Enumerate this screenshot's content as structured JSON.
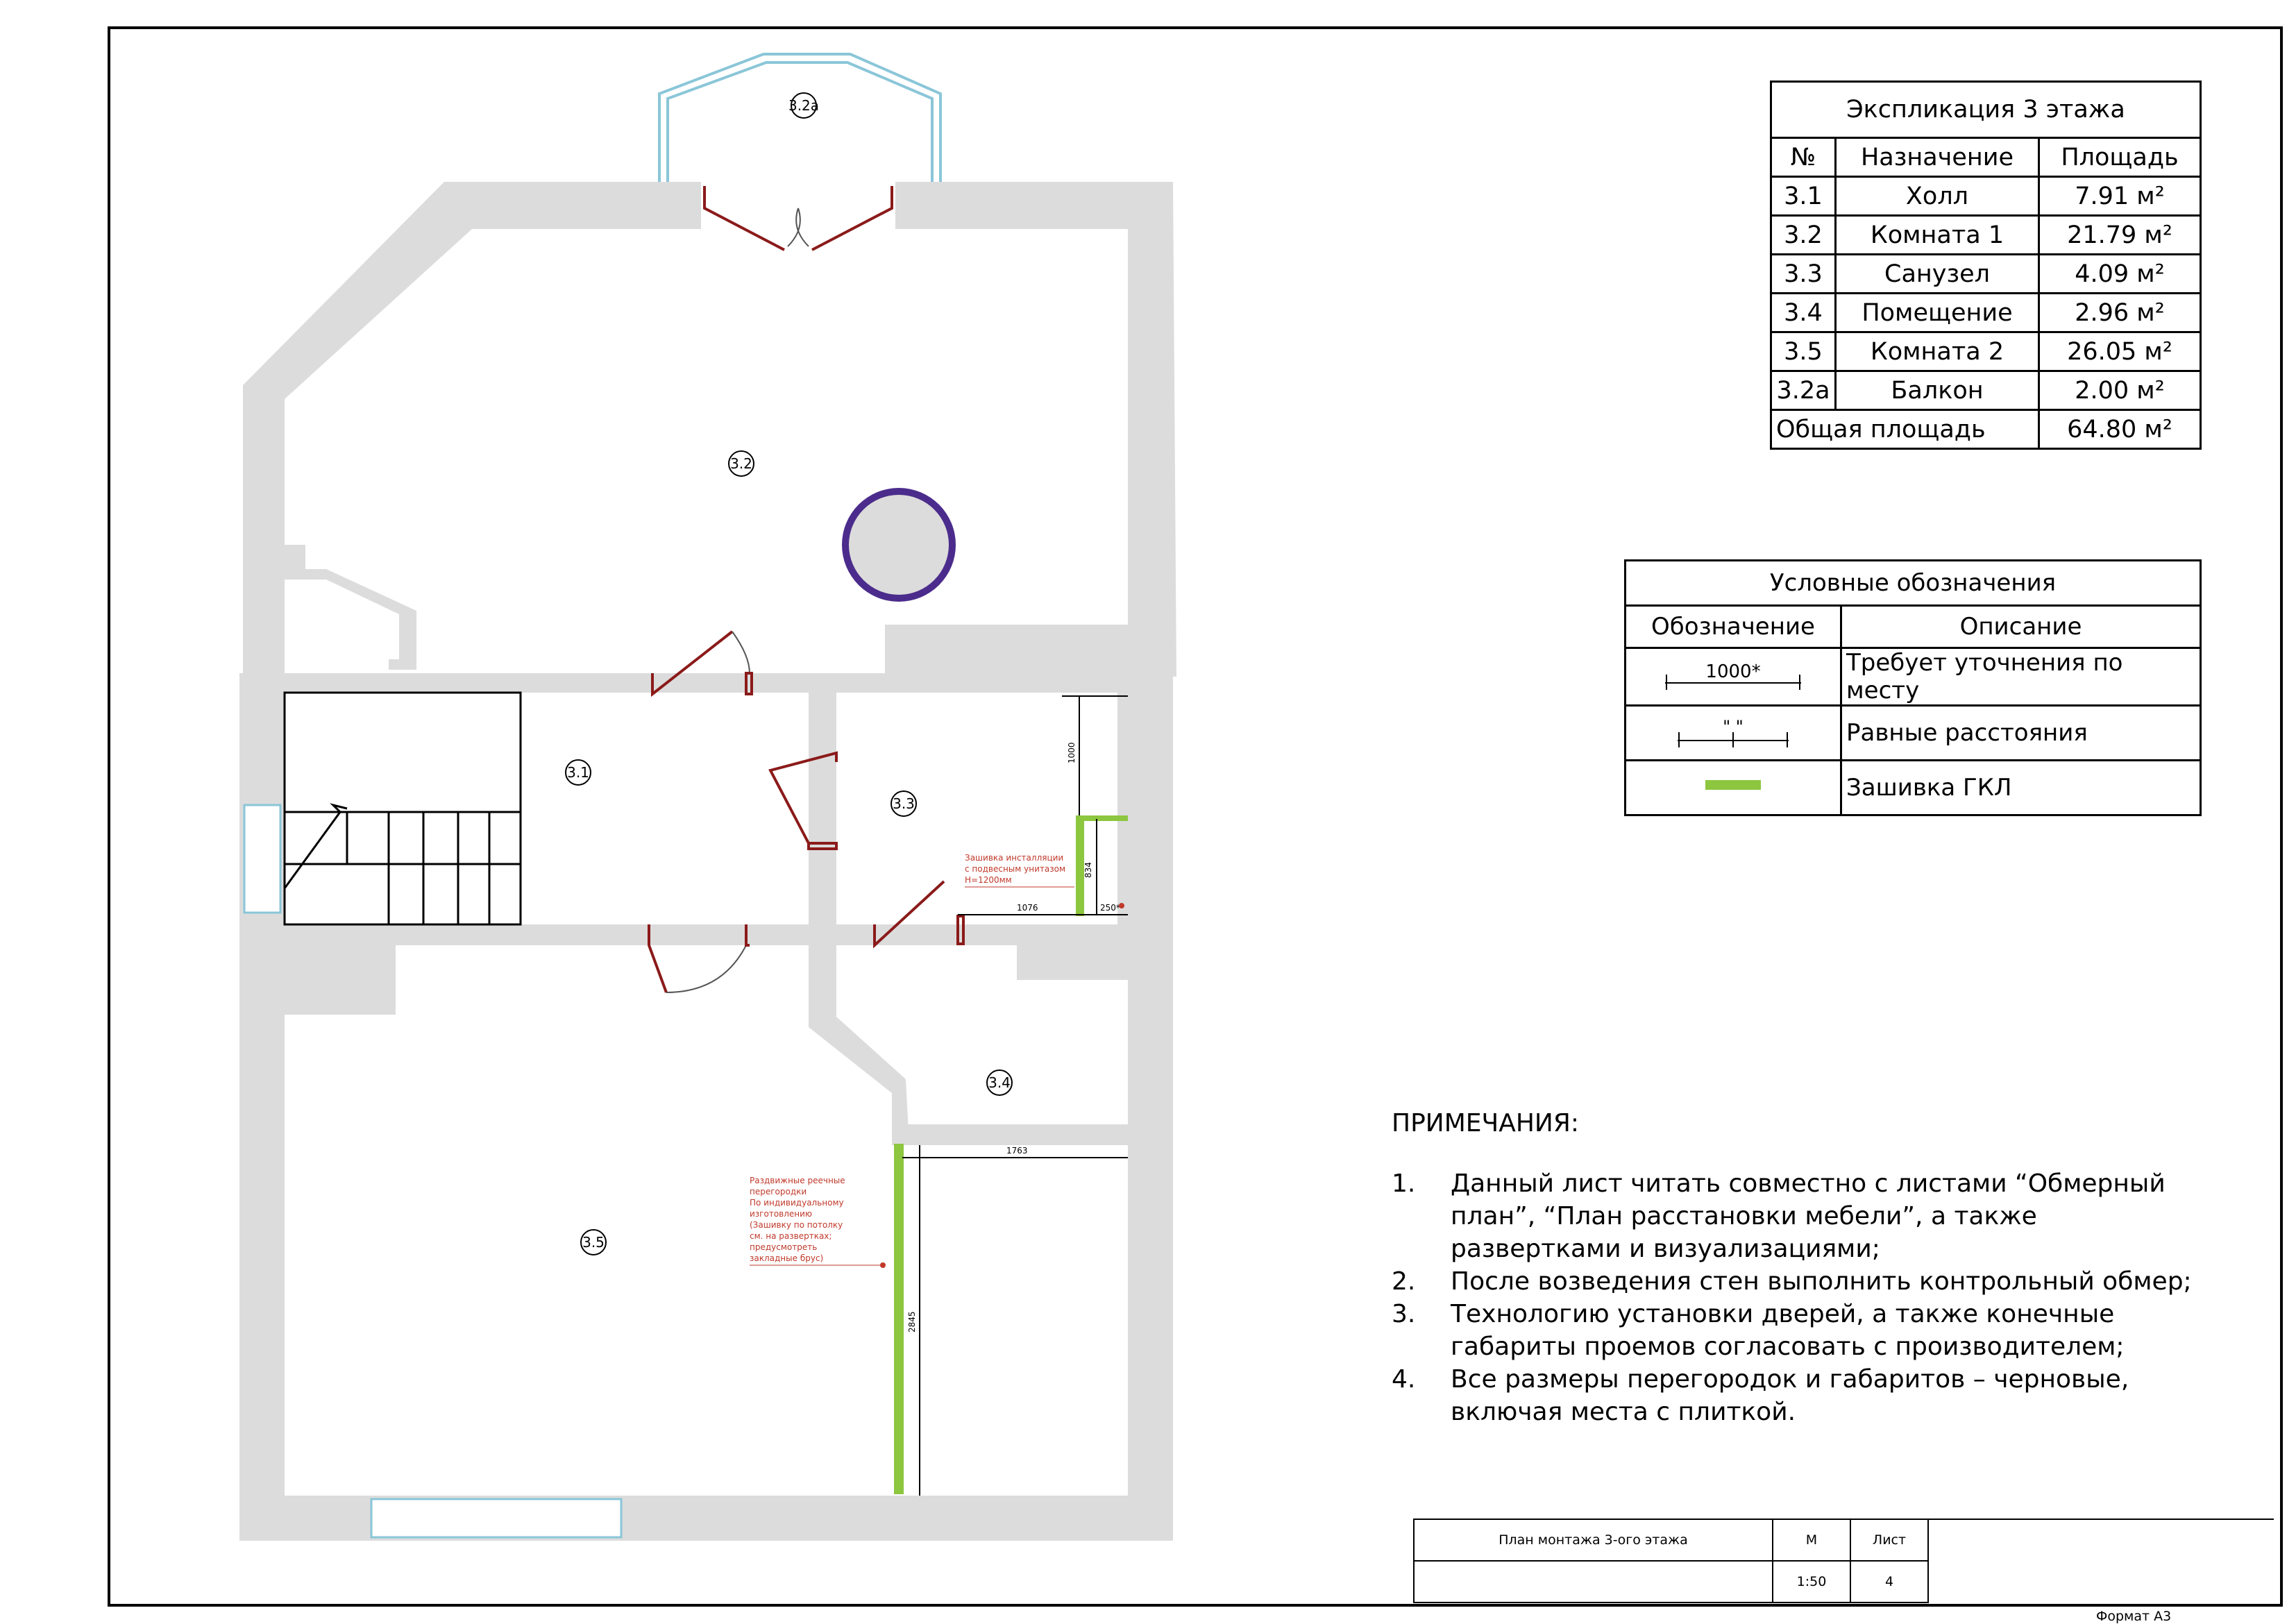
{
  "explication": {
    "title": "Экспликация 3 этажа",
    "headers": [
      "№",
      "Назначение",
      "Площадь"
    ],
    "rows": [
      {
        "num": "3.1",
        "name": "Холл",
        "area": "7.91 м²"
      },
      {
        "num": "3.2",
        "name": "Комната 1",
        "area": "21.79 м²"
      },
      {
        "num": "3.3",
        "name": "Санузел",
        "area": "4.09 м²"
      },
      {
        "num": "3.4",
        "name": "Помещение",
        "area": "2.96 м²"
      },
      {
        "num": "3.5",
        "name": "Комната 2",
        "area": "26.05 м²"
      },
      {
        "num": "3.2а",
        "name": "Балкон",
        "area": "2.00 м²"
      }
    ],
    "total_label": "Общая площадь",
    "total_area": "64.80 м²"
  },
  "legend": {
    "title": "Условные обозначения",
    "headers": [
      "Обозначение",
      "Описание"
    ],
    "rows": [
      {
        "symbol_text": "1000*",
        "description": "Требует уточнения по месту"
      },
      {
        "symbol_text": "\"  \"",
        "description": "Равные расстояния"
      },
      {
        "symbol_text": "",
        "description": "Зашивка ГКЛ"
      }
    ],
    "gkl_color": "#8dc63f"
  },
  "notes": {
    "title": "ПРИМЕЧАНИЯ:",
    "items": [
      {
        "num": "1.",
        "text": "Данный лист читать совместно с листами “Обмерный план”, “План расстановки мебели”, а также развертками и визуализациями;"
      },
      {
        "num": "2.",
        "text": "После возведения стен выполнить контрольный обмер;"
      },
      {
        "num": "3.",
        "text": "Технологию установки дверей, а также конечные габариты проемов согласовать с производителем;"
      },
      {
        "num": "4.",
        "text": "Все размеры перегородок и габаритов – черновые, включая места с плиткой."
      }
    ]
  },
  "rooms": [
    {
      "id": "3.2а"
    },
    {
      "id": "3.2"
    },
    {
      "id": "3.1"
    },
    {
      "id": "3.3"
    },
    {
      "id": "3.4"
    },
    {
      "id": "3.5"
    }
  ],
  "dimensions": {
    "d1000": "1000",
    "d1076": "1076",
    "d834": "834",
    "d250": "250*",
    "d1763": "1763",
    "d2845": "2845"
  },
  "annotations": {
    "install": [
      "Зашивка инсталляции",
      "с подвесным унитазом",
      "Н=1200мм"
    ],
    "partitions": [
      "Раздвижные реечные",
      "перегородки",
      "По индивидуальному",
      "изготовлению",
      "(Зашивку по потолку",
      "см. на развертках;",
      "предусмотреть",
      "закладные брус)"
    ]
  },
  "stamp": {
    "title": "План монтажа 3-ого этажа",
    "scale_label": "М",
    "scale_value": "1:50",
    "sheet_label": "Лист",
    "sheet_value": "4"
  },
  "format_label": "Формат А3",
  "colors": {
    "wall": "#dcdcdc",
    "door": "#8b1a1a",
    "gkl": "#8dc63f",
    "window": "#8ac6d8",
    "annotation": "#c0392b",
    "column_ring": "#4b2c8c"
  }
}
